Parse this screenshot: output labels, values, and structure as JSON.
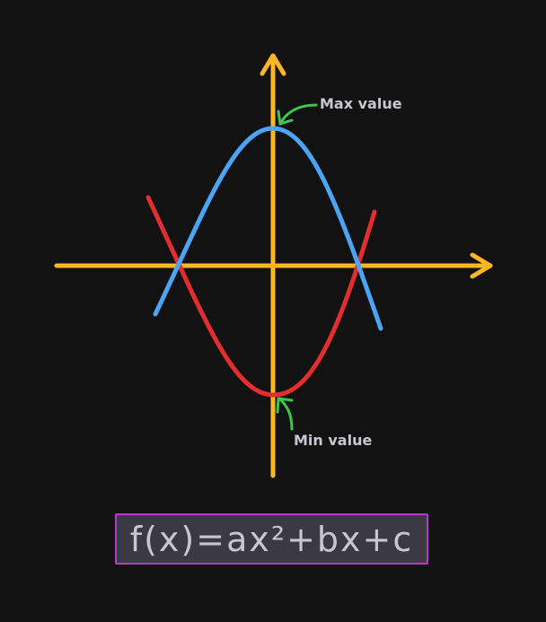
{
  "diagram": {
    "max_label": "Max value",
    "min_label": "Min value"
  },
  "formula": {
    "text": "f(x)=ax²+bx+c"
  },
  "colors": {
    "axis": "#ffb724",
    "upward_parabola": "#e22e2e",
    "downward_parabola": "#4aa6f5",
    "arrow_annotation": "#3cc84a",
    "label_text": "#c7c7cf",
    "formula_border": "#b43cc8",
    "formula_background": "#3b3a44",
    "background": "#121212"
  }
}
